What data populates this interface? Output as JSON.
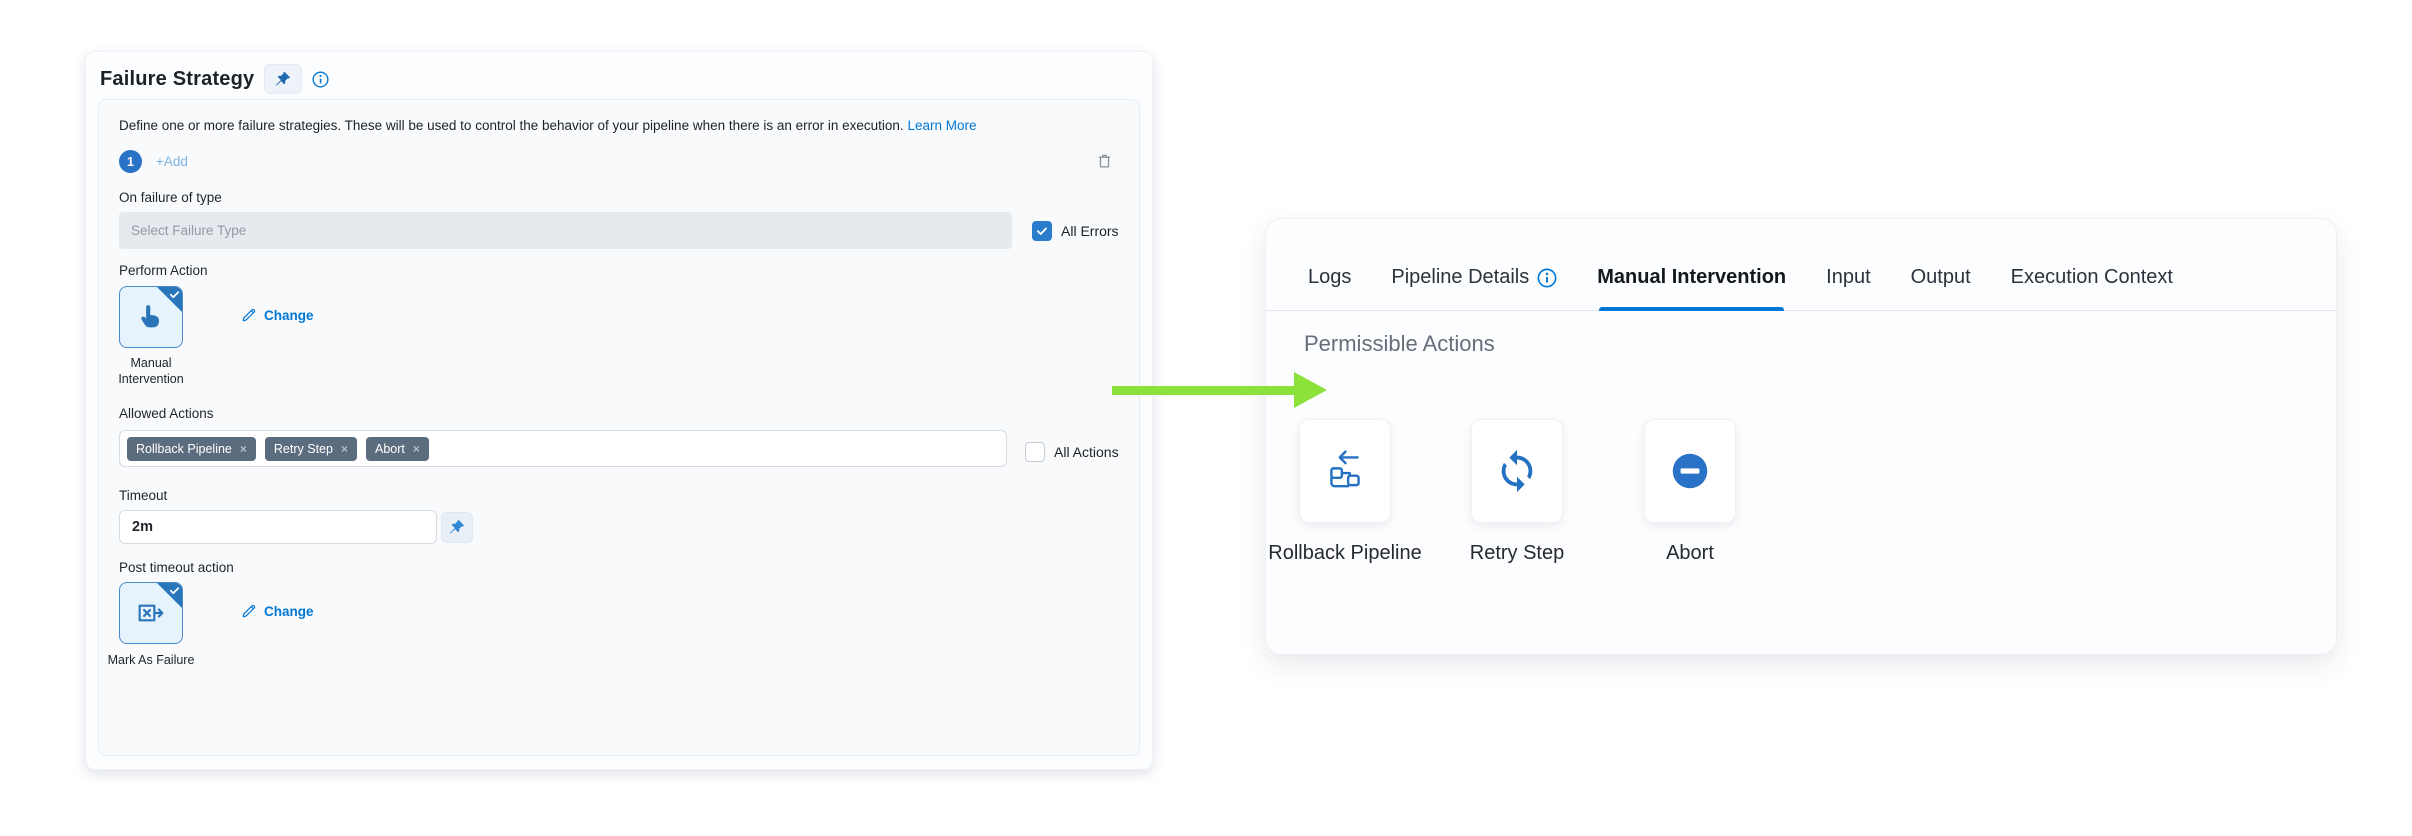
{
  "colors": {
    "accent_blue": "#0278d5",
    "checkbox_blue": "#2a7ccc",
    "icon_blue": "#2470c2",
    "tag_background": "#5c6c7f",
    "arrow_green": "#8ce23a",
    "panel_background": "#f8fafb"
  },
  "failure_strategy": {
    "title": "Failure Strategy",
    "description": "Define one or more failure strategies. These will be used to control the behavior of your pipeline when there is an error in execution.",
    "learn_more_label": "Learn More",
    "strategy_badge": "1",
    "add_label": "+Add",
    "fields": {
      "on_failure_label": "On failure of type",
      "failure_type_placeholder": "Select Failure Type",
      "all_errors_label": "All Errors",
      "perform_action_label": "Perform Action",
      "selected_action": "Manual Intervention",
      "change_label": "Change",
      "allowed_actions_label": "Allowed Actions",
      "all_actions_label": "All Actions",
      "timeout_label": "Timeout",
      "timeout_value": "2m",
      "post_timeout_label": "Post timeout action",
      "post_timeout_action": "Mark As Failure"
    },
    "allowed_action_tags": [
      {
        "label": "Rollback Pipeline",
        "remove_glyph": "×"
      },
      {
        "label": "Retry Step",
        "remove_glyph": "×"
      },
      {
        "label": "Abort",
        "remove_glyph": "×"
      }
    ],
    "icons": [
      "pin-icon",
      "info-icon",
      "trash-icon",
      "selected-check-icon",
      "manual-intervention-hand-icon",
      "edit-pencil-icon",
      "mark-as-failure-icon"
    ]
  },
  "details_panel": {
    "tabs": [
      {
        "label": "Logs"
      },
      {
        "label": "Pipeline Details"
      },
      {
        "label": "Manual Intervention"
      },
      {
        "label": "Input"
      },
      {
        "label": "Output"
      },
      {
        "label": "Execution Context"
      }
    ],
    "active_tab": "Manual Intervention",
    "heading": "Permissible Actions",
    "actions": [
      {
        "label": "Rollback Pipeline",
        "icon": "rollback-pipeline-icon"
      },
      {
        "label": "Retry Step",
        "icon": "retry-icon"
      },
      {
        "label": "Abort",
        "icon": "abort-icon"
      }
    ]
  }
}
